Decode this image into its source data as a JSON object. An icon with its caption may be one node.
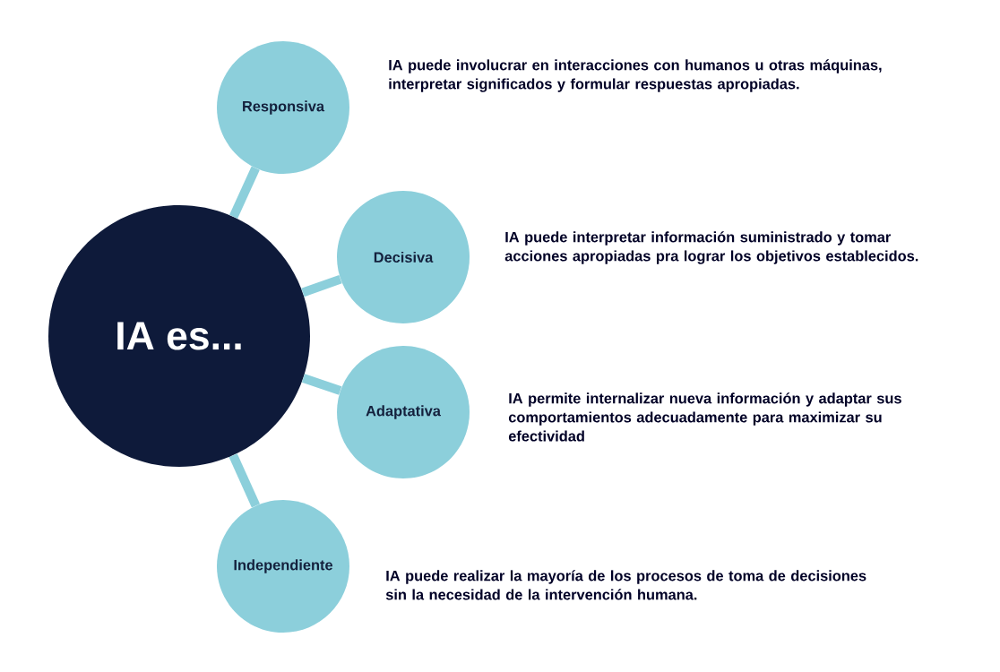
{
  "diagram": {
    "nodes": [
      {
        "text": [
          "IA es..."
        ]
      },
      {
        "text": [
          "Responsiva"
        ],
        "beside": [
          "IA puede involucrar en interacciones con humanos u otras máquinas, interpretar significados y formular respuestas apropiadas."
        ]
      },
      {
        "text": [
          "Decisiva"
        ],
        "beside": [
          "IA puede interpretar información suministrado y tomar acciones apropiadas pra lograr los objetivos establecidos."
        ]
      },
      {
        "text": [
          "Adaptativa"
        ],
        "beside": [
          "IA permite internalizar nueva información y adaptar sus comportamientos adecuadamente para maximizar su efectividad"
        ]
      },
      {
        "text": [
          "Independiente"
        ],
        "beside": [
          "IA puede realizar la mayoría de los procesos de toma de decisiones sin la necesidad de la intervención humana."
        ]
      }
    ],
    "edges": [
      {
        "from": 0,
        "to": 1,
        "arrow": "none"
      },
      {
        "from": 0,
        "to": 2,
        "arrow": "none"
      },
      {
        "from": 0,
        "to": 3,
        "arrow": "none"
      },
      {
        "from": 0,
        "to": 4,
        "arrow": "none"
      }
    ]
  }
}
